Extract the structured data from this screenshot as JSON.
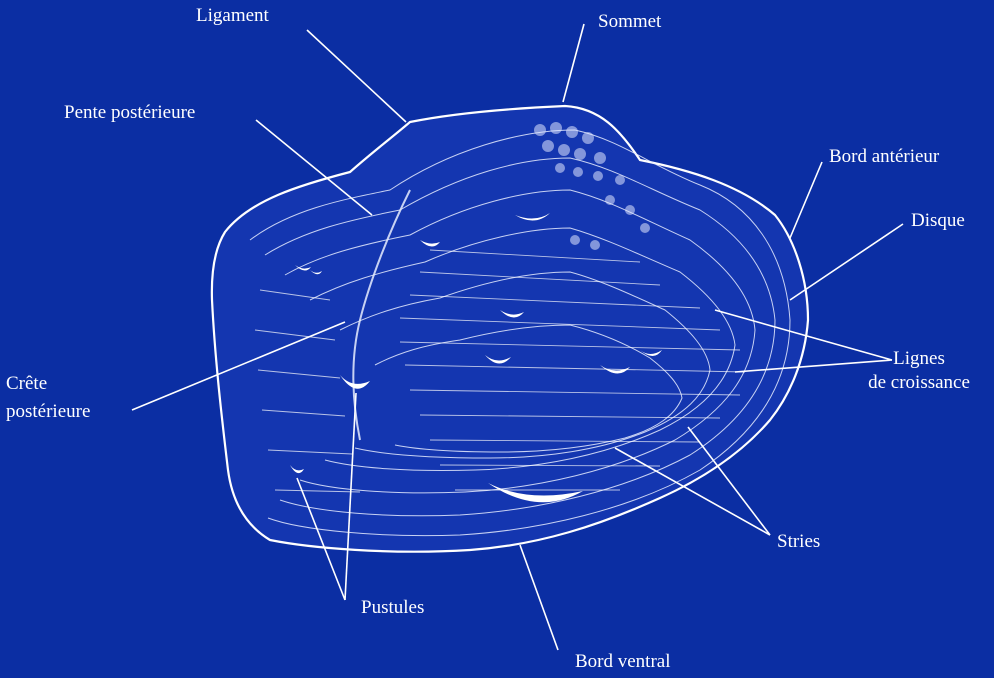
{
  "labels": {
    "ligament": "Ligament",
    "sommet": "Sommet",
    "pente_posterieure": "Pente postérieure",
    "bord_anterieur": "Bord antérieur",
    "disque": "Disque",
    "lignes_line1": "Lignes",
    "lignes_line2": "de croissance",
    "crete_line1": "Crête",
    "crete_line2": "postérieure",
    "stries": "Stries",
    "pustules": "Pustules",
    "bord_ventral": "Bord ventral"
  },
  "colors": {
    "background": "#0b2ea3",
    "ink": "#ffffff"
  }
}
